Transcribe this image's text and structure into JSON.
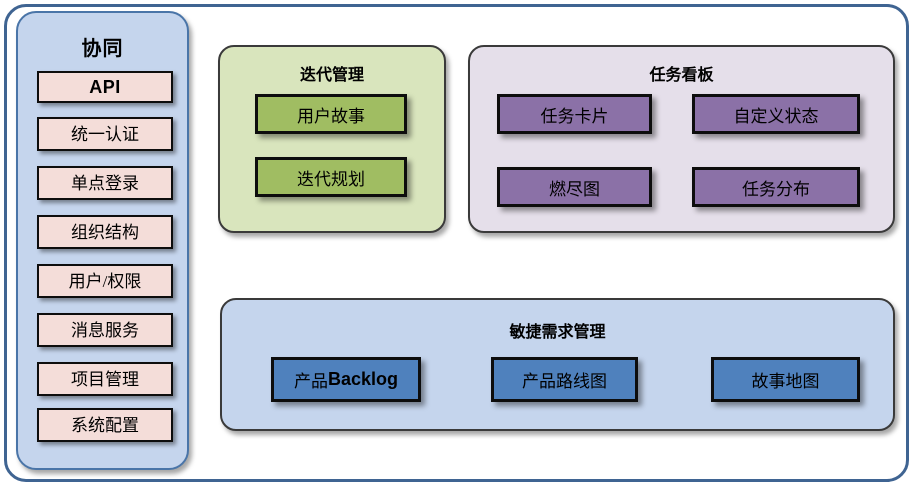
{
  "diagram": {
    "title": "Agile collaboration platform architecture diagram",
    "colors": {
      "outer_border": "#3f6492",
      "sidebar_fill": "#c5d5ed",
      "sidebar_chip_fill": "#f4ddd9",
      "iteration_panel_fill": "#d9e5bd",
      "iteration_box_fill": "#a0bd62",
      "taskboard_panel_fill": "#e5dfea",
      "taskboard_box_fill": "#8b71a7",
      "agile_panel_fill": "#c5d5ed",
      "agile_box_fill": "#4f81bd",
      "box_border": "#0d0d0d"
    }
  },
  "sidebar": {
    "title": "协同",
    "items": [
      {
        "label": "API",
        "emphasis": true
      },
      {
        "label": "统一认证",
        "emphasis": false
      },
      {
        "label": "单点登录",
        "emphasis": false
      },
      {
        "label": "组织结构",
        "emphasis": false
      },
      {
        "label": "用户/权限",
        "emphasis": false
      },
      {
        "label": "消息服务",
        "emphasis": false
      },
      {
        "label": "项目管理",
        "emphasis": false
      },
      {
        "label": "系统配置",
        "emphasis": false
      }
    ]
  },
  "iteration": {
    "title": "迭代管理",
    "items": [
      {
        "label": "用户故事"
      },
      {
        "label": "迭代规划"
      }
    ]
  },
  "taskboard": {
    "title": "任务看板",
    "items": [
      {
        "label": "任务卡片"
      },
      {
        "label": "自定义状态"
      },
      {
        "label": "燃尽图"
      },
      {
        "label": "任务分布"
      }
    ]
  },
  "agile": {
    "title": "敏捷需求管理",
    "items": [
      {
        "label": "产品Backlog",
        "prefix": "产品",
        "bold_suffix": "Backlog"
      },
      {
        "label": "产品路线图",
        "prefix": "产品路线图",
        "bold_suffix": ""
      },
      {
        "label": "故事地图",
        "prefix": "故事地图",
        "bold_suffix": ""
      }
    ]
  }
}
